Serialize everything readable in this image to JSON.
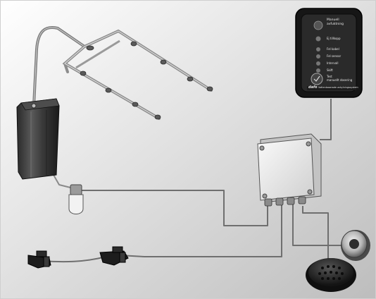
{
  "diagram": {
    "components": [
      {
        "id": "spray-manifold",
        "icon": "spray-manifold-icon"
      },
      {
        "id": "liquid-tank",
        "icon": "tank-icon"
      },
      {
        "id": "pump",
        "icon": "pump-icon"
      },
      {
        "id": "control-box",
        "icon": "junction-box-icon"
      },
      {
        "id": "control-panel",
        "icon": "control-panel-icon"
      },
      {
        "id": "sensor-probes",
        "icon": "sensor-probe-icon"
      },
      {
        "id": "buzzer",
        "icon": "buzzer-icon"
      },
      {
        "id": "foot-pedal",
        "icon": "foot-pedal-icon"
      }
    ],
    "colors": {
      "background": "#d4d4d4",
      "panel": "#1c1c1c",
      "cable": "#6f6f6f",
      "metal": "#a9a9a9",
      "box": "#ececec"
    }
  },
  "control_panel": {
    "title_line1": "Manuell",
    "title_line2": "avfuktning",
    "items": [
      "Ej tillkopp",
      "Fel kabel",
      "Fel sensor",
      "Intervall",
      "Skift"
    ],
    "bottom_label_line1": "Test",
    "bottom_label_line2": "manuellt dosering",
    "brand": "dafo",
    "brand_caption": "Vattenbaserade avkylningssystem"
  }
}
